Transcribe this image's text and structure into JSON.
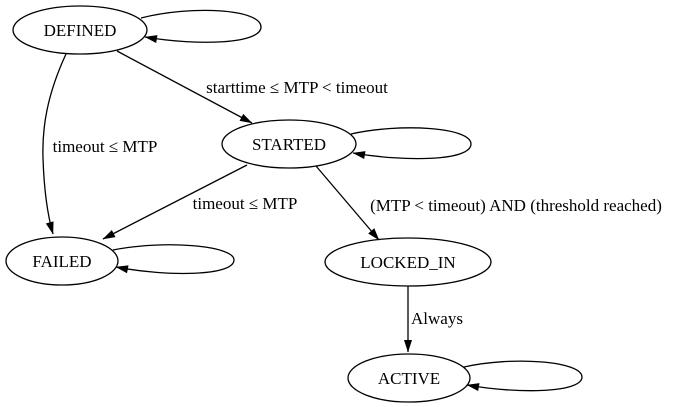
{
  "diagram": {
    "type": "state-machine",
    "colors": {
      "background": "#ffffff",
      "stroke": "#000000",
      "text": "#000000"
    },
    "nodes": [
      {
        "id": "DEFINED",
        "label": "DEFINED",
        "self_loop": true
      },
      {
        "id": "STARTED",
        "label": "STARTED",
        "self_loop": true
      },
      {
        "id": "FAILED",
        "label": "FAILED",
        "self_loop": true
      },
      {
        "id": "LOCKED_IN",
        "label": "LOCKED_IN",
        "self_loop": false
      },
      {
        "id": "ACTIVE",
        "label": "ACTIVE",
        "self_loop": true
      }
    ],
    "edges": [
      {
        "from": "DEFINED",
        "to": "STARTED",
        "label": "starttime ≤ MTP < timeout"
      },
      {
        "from": "DEFINED",
        "to": "FAILED",
        "label": "timeout ≤ MTP"
      },
      {
        "from": "STARTED",
        "to": "FAILED",
        "label": "timeout ≤ MTP"
      },
      {
        "from": "STARTED",
        "to": "LOCKED_IN",
        "label": "(MTP < timeout) AND (threshold reached)"
      },
      {
        "from": "LOCKED_IN",
        "to": "ACTIVE",
        "label": "Always"
      },
      {
        "from": "DEFINED",
        "to": "DEFINED",
        "label": ""
      },
      {
        "from": "STARTED",
        "to": "STARTED",
        "label": ""
      },
      {
        "from": "FAILED",
        "to": "FAILED",
        "label": ""
      },
      {
        "from": "ACTIVE",
        "to": "ACTIVE",
        "label": ""
      }
    ]
  }
}
